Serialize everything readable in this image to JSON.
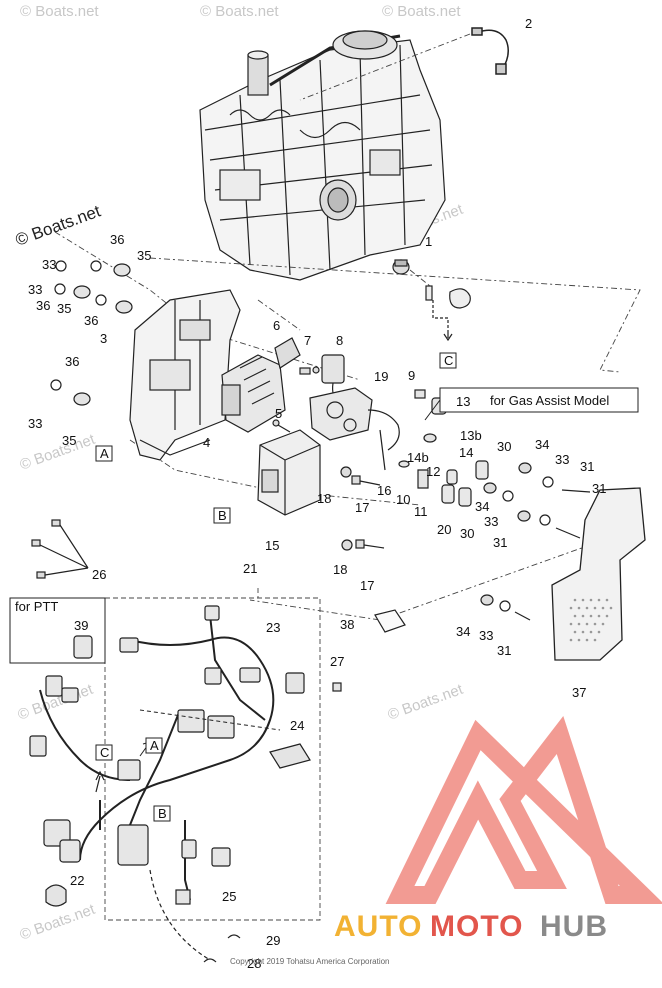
{
  "watermarks": {
    "site": "© Boats.net",
    "site_short": "Boats.net"
  },
  "callouts": [
    "1",
    "2",
    "3",
    "4",
    "5",
    "6",
    "7",
    "8",
    "9",
    "10",
    "11",
    "12",
    "13",
    "13b",
    "14",
    "14b",
    "15",
    "16",
    "17",
    "18",
    "19",
    "20",
    "21",
    "22",
    "23",
    "24",
    "25",
    "26",
    "27",
    "28",
    "29",
    "30",
    "31",
    "33",
    "34",
    "35",
    "36",
    "37",
    "38",
    "39"
  ],
  "notes": {
    "gas_assist": "for Gas Assist Model",
    "ptt": "for PTT"
  },
  "connectors": {
    "a": "A",
    "b": "B",
    "c": "C"
  },
  "copyright": "Copyright 2019 Tohatsu America Corporation",
  "brand": {
    "part1": "AUTO",
    "part2": "MOTO",
    "part3": "HUB",
    "color_orange": "#f2b233",
    "color_red": "#e2564c",
    "color_gray": "#8a8a8a"
  }
}
